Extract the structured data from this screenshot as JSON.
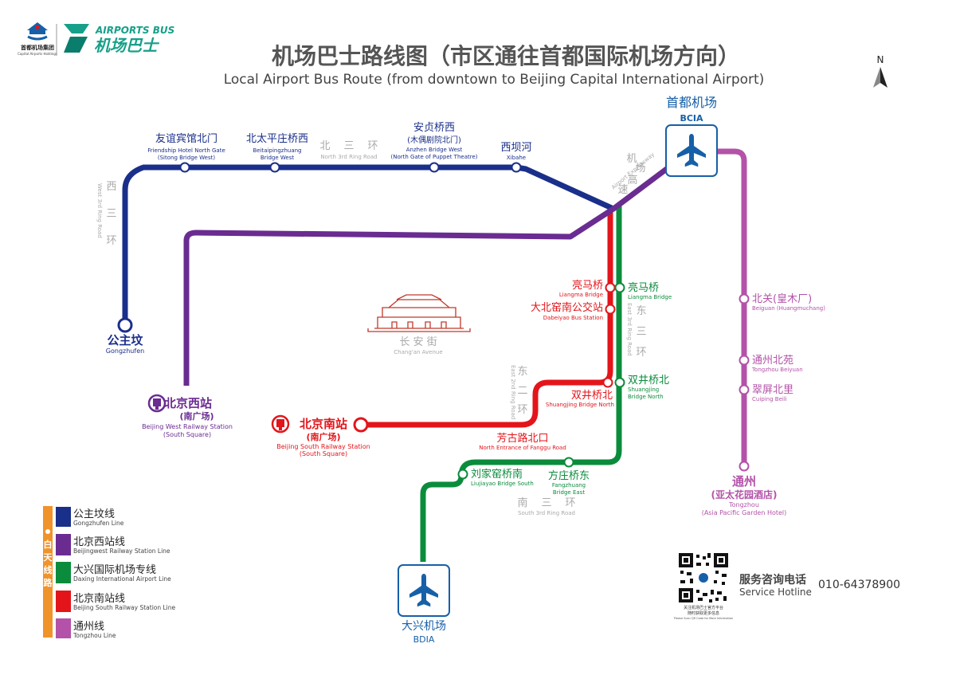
{
  "header": {
    "group_name": "首都机场集团",
    "group_name_en": "Capital Airports Holdings",
    "brand_en": "AIRPORTS BUS",
    "brand_cn": "机场巴士",
    "title_cn": "机场巴士路线图（市区通往首都国际机场方向）",
    "title_en": "Local Airport Bus Route (from downtown to Beijing Capital International Airport)",
    "north_label": "N"
  },
  "colors": {
    "gongzhufen": "#1a2f8a",
    "beijingxi": "#6a2c91",
    "daxing": "#0b8c3c",
    "beijingnan": "#e3151b",
    "tongzhou": "#b352a8",
    "legend_bar": "#f0932b",
    "airport_blue": "#1660a8",
    "ring_gray": "#aaaaaa"
  },
  "airports": {
    "bcia": {
      "cn": "首都机场",
      "en": "BCIA",
      "icon": "airplane-icon"
    },
    "bdia": {
      "cn": "大兴机场",
      "en": "BDIA",
      "icon": "airplane-icon"
    }
  },
  "stations": {
    "youyi": {
      "cn": "友谊宾馆北门",
      "en1": "Friendship Hotel North Gate",
      "en2": "(Sitong Bridge West)"
    },
    "beitaiping": {
      "cn": "北太平庄桥西",
      "en1": "Beitaipingzhuang",
      "en2": "Bridge West"
    },
    "anzhen": {
      "cn": "安贞桥西",
      "cn2": "(木偶剧院北门)",
      "en1": "Anzhen Bridge West",
      "en2": "(North Gate of Puppet Theatre)"
    },
    "xibahe": {
      "cn": "西坝河",
      "en1": "Xibahe"
    },
    "gongzhufen": {
      "cn": "公主坟",
      "en1": "Gongzhufen"
    },
    "beijingxi": {
      "cn": "北京西站",
      "cn2": "(南广场)",
      "en1": "Beijing West Railway Station",
      "en2": "(South Square)"
    },
    "beijingnan": {
      "cn": "北京南站",
      "cn2": "(南广场)",
      "en1": "Beijing South Railway Station",
      "en2": "(South Square)"
    },
    "liangma_red": {
      "cn": "亮马桥",
      "en1": "Liangma Bridge"
    },
    "liangma_green": {
      "cn": "亮马桥",
      "en1": "Liangma Bridge"
    },
    "dabeiyao": {
      "cn": "大北窑南公交站",
      "en1": "Dabeiyao Bus Station"
    },
    "shuangjing_red": {
      "cn": "双井桥北",
      "en1": "Shuangjing Bridge North"
    },
    "shuangjing_green": {
      "cn": "双井桥北",
      "en1": "Shuangjing",
      "en2": "Bridge North"
    },
    "fanggu": {
      "cn": "芳古路北口",
      "en1": "North Entrance of Fanggu Road"
    },
    "liujiayao": {
      "cn": "刘家窑桥南",
      "en1": "Liujiayao Bridge South"
    },
    "fangzhuang": {
      "cn": "方庄桥东",
      "en1": "Fangzhuang",
      "en2": "Bridge East"
    },
    "beiguan": {
      "cn": "北关(皇木厂)",
      "en1": "Beiguan (Huangmuchang)"
    },
    "tongzhou_beiyuan": {
      "cn": "通州北苑",
      "en1": "Tongzhou Beiyuan"
    },
    "cuiping": {
      "cn": "翠屏北里",
      "en1": "Cuiping Beili"
    },
    "tongzhou": {
      "cn": "通州",
      "cn2": "(亚太花园酒店)",
      "en1": "Tongzhou",
      "en2": "(Asia Pacific Garden Hotel)"
    }
  },
  "roads": {
    "north3": {
      "cn": [
        "北",
        "三",
        "环"
      ],
      "en": "North 3rd Ring Road"
    },
    "west3": {
      "cn": [
        "西",
        "三",
        "环"
      ],
      "en": "West 3rd Ring Road"
    },
    "east3": {
      "cn": [
        "东",
        "三",
        "环"
      ],
      "en": "East 3rd Ring Road"
    },
    "east2": {
      "cn": [
        "东",
        "二",
        "环"
      ],
      "en": "East 2nd Ring Road"
    },
    "south3": {
      "cn": [
        "南",
        "三",
        "环"
      ],
      "en": "South 3rd Ring Road"
    },
    "expressway": {
      "cn": [
        "机",
        "场",
        "高",
        "速"
      ],
      "en": "Airport Expressway"
    },
    "changan": {
      "cn": "长 安 街",
      "en": "Chang'an Avenue"
    }
  },
  "legend": {
    "title": [
      "白",
      "天",
      "线",
      "路"
    ],
    "items": [
      {
        "cn": "公主坟线",
        "en": "Gongzhufen Line",
        "color": "#1a2f8a"
      },
      {
        "cn": "北京西站线",
        "en": "Beijingwest Railway Station Line",
        "color": "#6a2c91"
      },
      {
        "cn": "大兴国际机场专线",
        "en": "Daxing International Airport Line",
        "color": "#0b8c3c"
      },
      {
        "cn": "北京南站线",
        "en": "Beijing South Railway Station Line",
        "color": "#e3151b"
      },
      {
        "cn": "通州线",
        "en": "Tongzhou Line",
        "color": "#b352a8"
      }
    ]
  },
  "hotline": {
    "cn": "服务咨询电话",
    "en": "Service Hotline",
    "number": "010-64378900",
    "qr_caption1": "关注机场巴士官方平台",
    "qr_caption2": "随时获取更多信息",
    "qr_caption3": "Please Scan QR Code for More Information"
  }
}
